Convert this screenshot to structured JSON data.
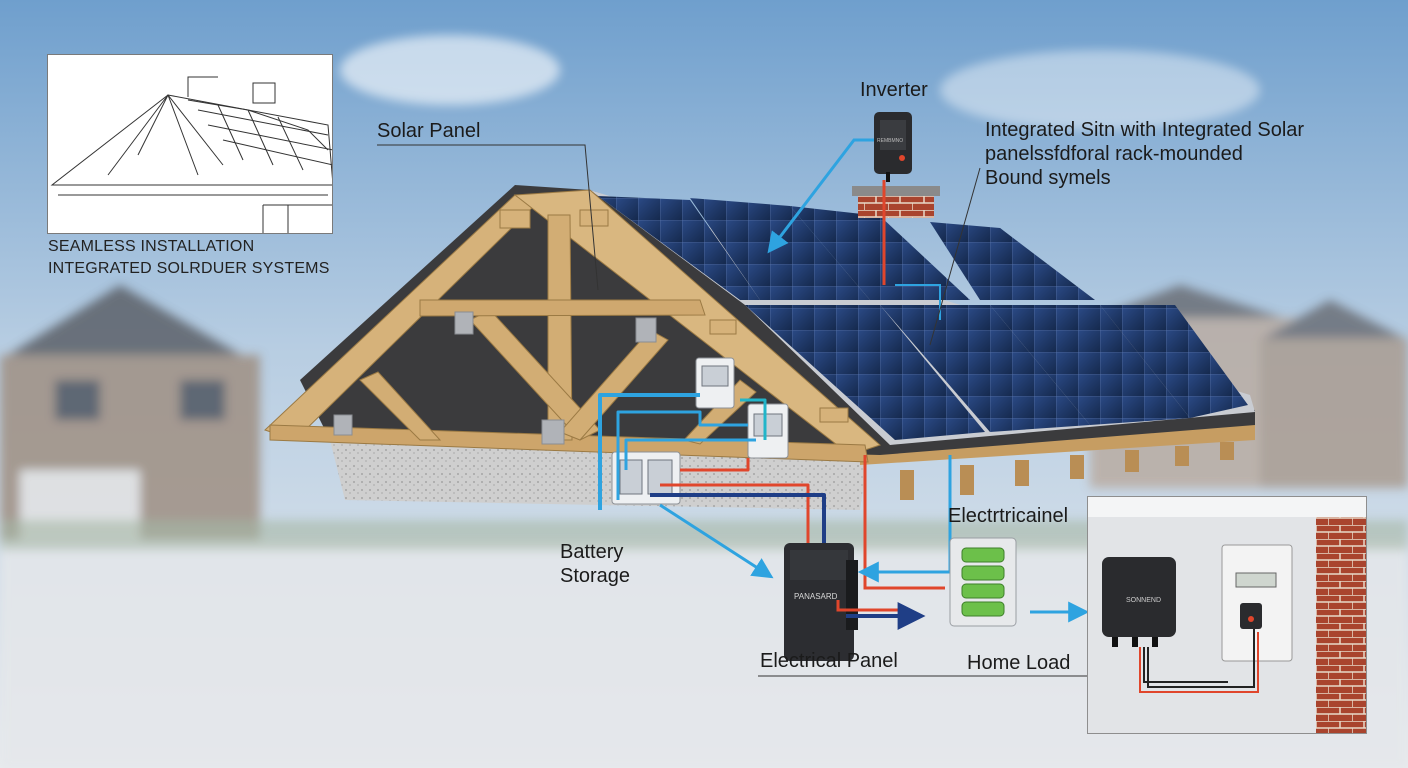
{
  "inset": {
    "caption_line1": "SEAMLESS INSTALLATION",
    "caption_line2": "INTEGRATED SOLRDUER SYSTEMS"
  },
  "labels": {
    "solar_panel": "Solar Panel",
    "inverter": "Inverter",
    "integrated_line1": "Integrated Sitn with Integrated Solar",
    "integrated_line2": "panelssfdforal rack-mounded",
    "integrated_line3": "Bound symels",
    "battery_line1": "Battery",
    "battery_line2": "Storage",
    "electric_small": "Electrtricainel",
    "electrical_panel": "Electrical Panel",
    "home_load": "Home Load"
  },
  "device_text": {
    "battery_brand": "PANASARD",
    "inverter_brand": "SONNEND",
    "inverter_top_tag": "REMBMNO"
  },
  "colors": {
    "flow_blue": "#2ea3e0",
    "dc_red": "#e0462c",
    "dark_blue": "#1f3e86",
    "panel_blue": "#1c3563",
    "timber": "#d6b27a"
  },
  "icons": [
    "inverter-icon",
    "battery-icon",
    "electrical-panel-icon",
    "breaker-box-icon",
    "brick-wall-icon",
    "chimney-icon"
  ]
}
